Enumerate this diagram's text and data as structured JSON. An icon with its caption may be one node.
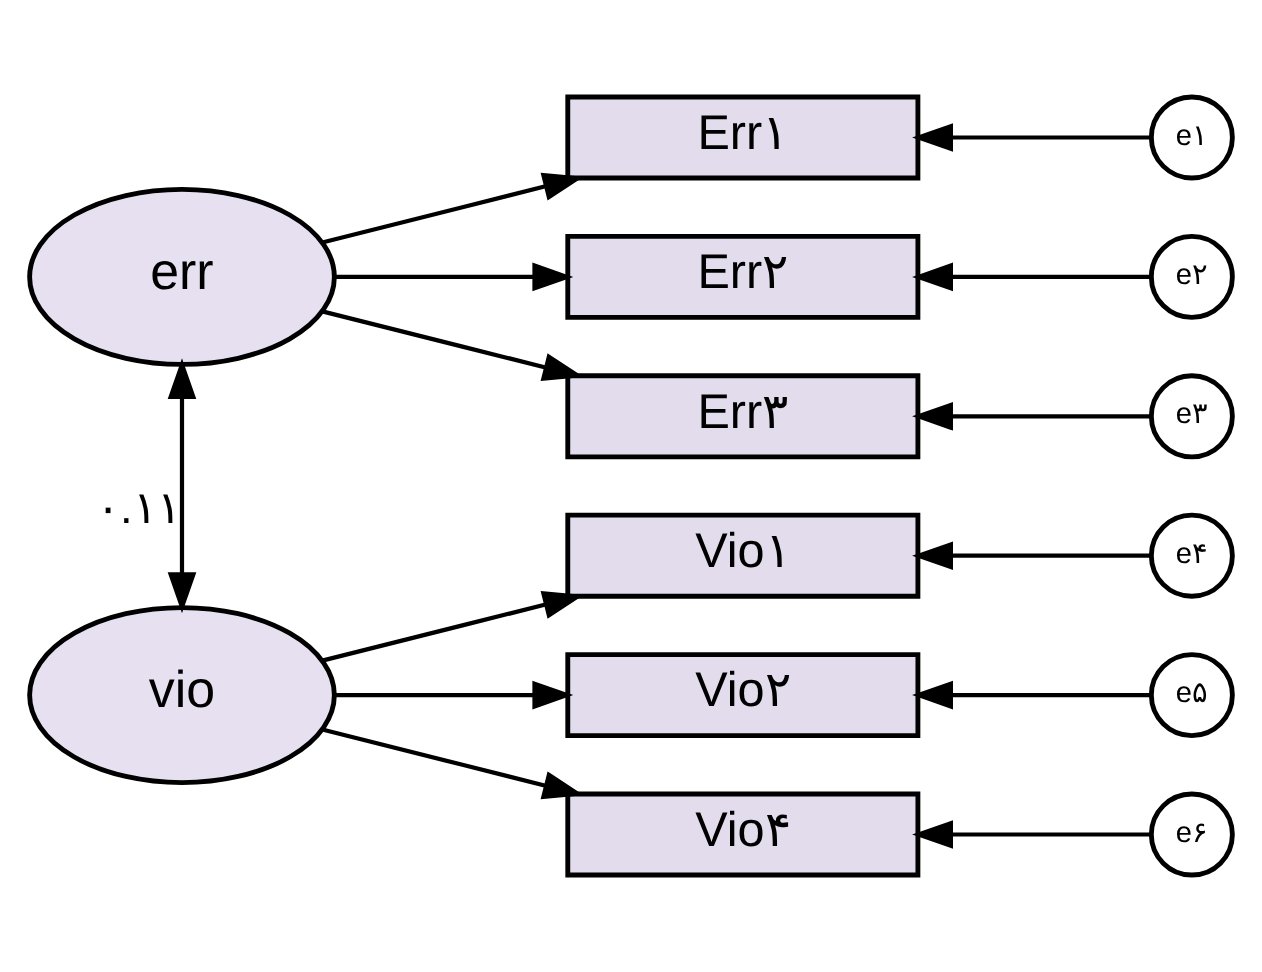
{
  "diagram": {
    "nodes": [
      {
        "text": [
          "err"
        ]
      },
      {
        "text": [
          "vio"
        ]
      },
      {
        "text": [
          "Err۱"
        ]
      },
      {
        "text": [
          "Err۲"
        ]
      },
      {
        "text": [
          "Err۳"
        ]
      },
      {
        "text": [
          "Vio۱"
        ]
      },
      {
        "text": [
          "Vio۲"
        ]
      },
      {
        "text": [
          "Vio۴"
        ]
      },
      {
        "text": [
          "e۱"
        ]
      },
      {
        "text": [
          "e۲"
        ]
      },
      {
        "text": [
          "e۳"
        ]
      },
      {
        "text": [
          "e۴"
        ]
      },
      {
        "text": [
          "e۵"
        ]
      },
      {
        "text": [
          "e۶"
        ]
      }
    ],
    "edges": [
      {
        "from": 0,
        "to": 2,
        "arrow": "to"
      },
      {
        "from": 0,
        "to": 3,
        "arrow": "to"
      },
      {
        "from": 0,
        "to": 4,
        "arrow": "to"
      },
      {
        "from": 1,
        "to": 5,
        "arrow": "to"
      },
      {
        "from": 1,
        "to": 6,
        "arrow": "to"
      },
      {
        "from": 1,
        "to": 7,
        "arrow": "to"
      },
      {
        "from": 8,
        "to": 2,
        "arrow": "to"
      },
      {
        "from": 9,
        "to": 3,
        "arrow": "to"
      },
      {
        "from": 10,
        "to": 4,
        "arrow": "to"
      },
      {
        "from": 11,
        "to": 5,
        "arrow": "to"
      },
      {
        "from": 12,
        "to": 6,
        "arrow": "to"
      },
      {
        "from": 13,
        "to": 7,
        "arrow": "to"
      },
      {
        "from": 0,
        "to": 1,
        "arrow": "both",
        "label": "۰.۱۱"
      }
    ]
  }
}
